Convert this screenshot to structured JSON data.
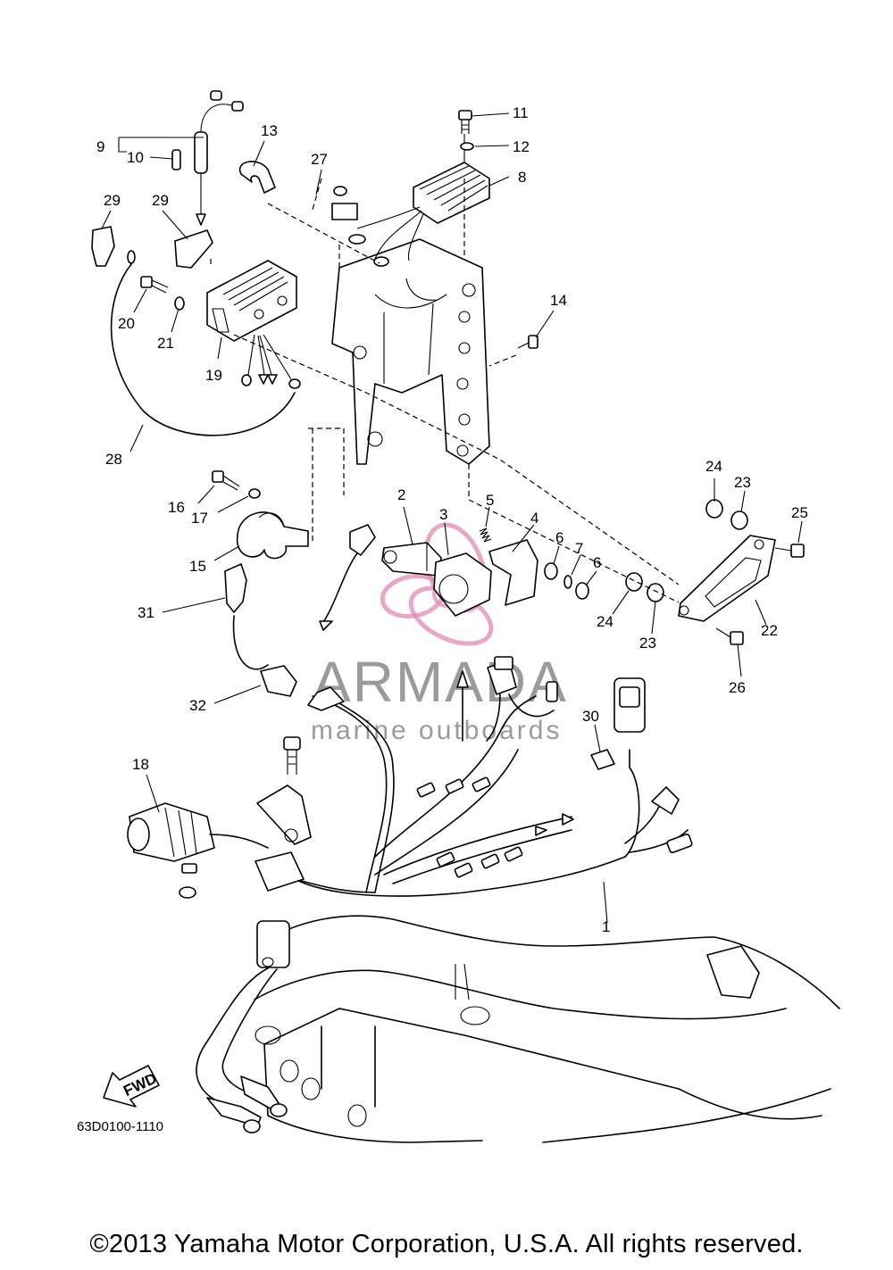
{
  "callouts": [
    "1",
    "2",
    "3",
    "4",
    "5",
    "6",
    "6",
    "7",
    "8",
    "9",
    "10",
    "11",
    "12",
    "13",
    "14",
    "15",
    "16",
    "17",
    "18",
    "19",
    "20",
    "21",
    "22",
    "23",
    "23",
    "24",
    "24",
    "25",
    "26",
    "27",
    "28",
    "29",
    "29",
    "30",
    "31",
    "32"
  ],
  "fwd_label": "FWD",
  "diagram_code": "63D0100-1110",
  "watermark": {
    "brand": "ARMADA",
    "tagline": "marine outboards",
    "color": "#e08ab4"
  },
  "copyright": "©2013 Yamaha Motor Corporation, U.S.A. All rights reserved."
}
